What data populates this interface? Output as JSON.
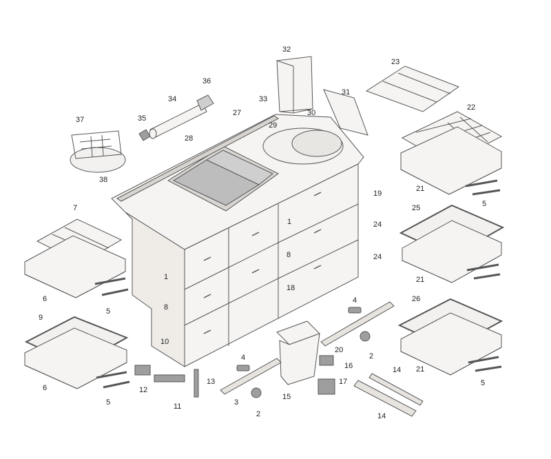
{
  "diagram": {
    "labels": [
      "32",
      "23",
      "31",
      "22",
      "36",
      "33",
      "34",
      "30",
      "27",
      "29",
      "35",
      "37",
      "28",
      "38",
      "19",
      "21",
      "5",
      "1",
      "7",
      "25",
      "24",
      "8",
      "24",
      "1",
      "6",
      "5",
      "21",
      "18",
      "8",
      "4",
      "9",
      "26",
      "2",
      "20",
      "16",
      "10",
      "4",
      "6",
      "5",
      "13",
      "14",
      "17",
      "12",
      "3",
      "11",
      "15",
      "2",
      "14",
      "21",
      "5"
    ],
    "colors": {
      "line": "#555555",
      "fill": "#f6f4f2",
      "fill_dark": "#e7e4e0",
      "glass": "#bdbdbd"
    }
  }
}
